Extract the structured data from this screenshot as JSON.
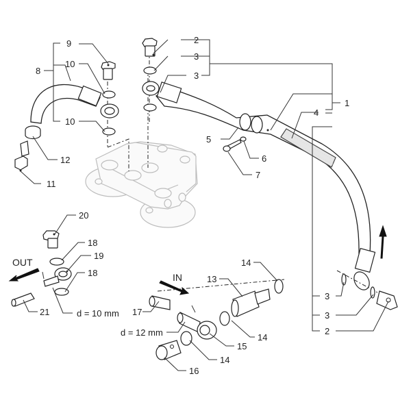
{
  "diagram": {
    "title": "Fuel hose assembly exploded view",
    "callouts": [
      {
        "id": "c1",
        "label": "1"
      },
      {
        "id": "c2a",
        "label": "2"
      },
      {
        "id": "c3a",
        "label": "3"
      },
      {
        "id": "c3b",
        "label": "3"
      },
      {
        "id": "c4",
        "label": "4"
      },
      {
        "id": "c5",
        "label": "5"
      },
      {
        "id": "c6",
        "label": "6"
      },
      {
        "id": "c7",
        "label": "7"
      },
      {
        "id": "c8",
        "label": "8"
      },
      {
        "id": "c9",
        "label": "9"
      },
      {
        "id": "c10a",
        "label": "10"
      },
      {
        "id": "c10b",
        "label": "10"
      },
      {
        "id": "c11",
        "label": "11"
      },
      {
        "id": "c12",
        "label": "12"
      },
      {
        "id": "c3c",
        "label": "3"
      },
      {
        "id": "c3d",
        "label": "3"
      },
      {
        "id": "c2b",
        "label": "2"
      },
      {
        "id": "c20",
        "label": "20"
      },
      {
        "id": "c18a",
        "label": "18"
      },
      {
        "id": "c19",
        "label": "19"
      },
      {
        "id": "c18b",
        "label": "18"
      },
      {
        "id": "c21",
        "label": "21"
      },
      {
        "id": "c14a",
        "label": "14"
      },
      {
        "id": "c13",
        "label": "13"
      },
      {
        "id": "c17",
        "label": "17"
      },
      {
        "id": "c14b",
        "label": "14"
      },
      {
        "id": "c15",
        "label": "15"
      },
      {
        "id": "c14c",
        "label": "14"
      },
      {
        "id": "c16",
        "label": "16"
      }
    ],
    "flow_labels": {
      "out": "OUT",
      "in": "IN"
    },
    "dimensions": {
      "outlet_diameter": "d = 10 mm",
      "inlet_diameter": "d = 12 mm"
    }
  }
}
